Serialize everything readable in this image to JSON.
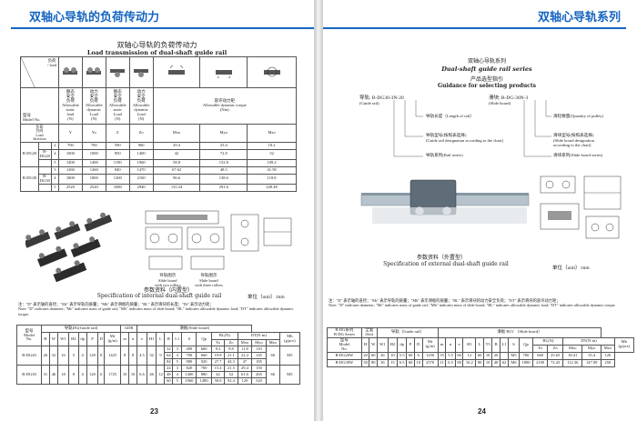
{
  "left": {
    "header": "双轴心导轨的负荷传动力",
    "title_cn": "双轴心导轨的负荷传动力",
    "title_en": "Load transmission of dual-shaft guide rail",
    "table": {
      "corner_top": "负荷\n/ load",
      "corner_bottom": "型号\nModel No.",
      "columns": [
        "静态\n安全\n负荷\nAllowable\nstatic\nload\n(N)",
        "动力\n安全\n负荷\nAllowable\ndynamic\nLoad\n(N)",
        "静态\n安全\n负荷\nAllowable\nstatic\nLoad\n(N)",
        "动力\n安全\n负荷\nAllowable\ndynamic\nLoad\n(N)"
      ],
      "torque_header": "容许动力矩\nAllowable dynamic torque\n(Nm)",
      "dir_header": "负荷\n方向\nLoad\ndirection",
      "subcols": [
        "Y",
        "Yo",
        "Z",
        "Zo",
        "Mxo",
        "Myo",
        "Mzo"
      ],
      "groups": [
        {
          "model": "B-DG20",
          "rows": [
            {
              "n": "2",
              "sub": "",
              "vals": [
                "700",
                "700",
                "590",
                "960",
                "29.4",
                "25.4",
                "18.2"
              ]
            },
            {
              "n": "4",
              "sub": "B-DG20",
              "vals": [
                "1000",
                "1000",
                "850",
                "1400",
                "42",
                "72.8",
                "52"
              ]
            },
            {
              "n": "5",
              "sub": "",
              "vals": [
                "1400",
                "1400",
                "1190",
                "1960",
                "58.8",
                "152.8",
                "109.2"
              ]
            }
          ]
        },
        {
          "model": "B-DG30",
          "rows": [
            {
              "n": "3",
              "sub": "",
              "vals": [
                "1260",
                "1260",
                "840",
                "1470",
                "67.62",
                "48.5",
                "41.58"
              ]
            },
            {
              "n": "4",
              "sub": "B-DG30",
              "vals": [
                "1800",
                "1800",
                "1200",
                "2100",
                "96.6",
                "138.6",
                "118.8"
              ]
            },
            {
              "n": "5",
              "sub": "",
              "vals": [
                "2520",
                "2520",
                "1680",
                "2940",
                "135.24",
                "291.6",
                "249.48"
              ]
            }
          ]
        }
      ]
    },
    "caption_left": "导轨图示\nSlide board\nwith two rollers",
    "caption_right": "导轨图示\nSlide board\nwith three rollers",
    "spec_cn": "参数资料（内置型）",
    "spec_en": "Specification of internal dual-shaft guide rail",
    "unit": "单位（unit）:mm",
    "note_cn": "注：\"D\" 表示轴的直径；\"Mr\" 表示导轨的质量；\"Mb\" 表示滑板的质量；\"BL\" 表示滑块的长度；\"Dt\" 表示动力矩；",
    "note_en": "Note: \"D\" indicates diameter; \"Mr\" indicates mass of guide rail; \"Mb\" indicates mass of slide board; \"BL\" indicates allowable dynamic load; \"DT\" indicates allowable dynamic torque.",
    "spec": {
      "guide_rail": "导轨DG(Guide rail)",
      "slide_board": "滑板(Slide board)",
      "gdr": "GDR",
      "headers": [
        "型号\nModel\nNo.",
        "H",
        "W",
        "W1",
        "H2",
        "dp",
        "P",
        "D",
        "Mr\n(g/m)",
        "m",
        "n",
        "e",
        "H1",
        "L",
        "B",
        "L1",
        "S",
        "Qp",
        "BL(N)",
        "DT(N·m)",
        "Mb\n(g/pcs)"
      ],
      "sub": [
        "Yo",
        "Zo",
        "Mxo",
        "Myo",
        "Mzo"
      ],
      "rows": [
        {
          "model": "B-DG20",
          "base": [
            "26",
            "32",
            "16",
            "5",
            "4",
            "120",
            "8",
            "1425",
            "8",
            "8",
            "4.5",
            "32",
            "9"
          ],
          "vals": [
            [
              "32",
              "3",
              "490",
              "660",
              "9.2",
              "9.8",
              "11.8",
              "110"
            ],
            [
              "64",
              "4",
              "700",
              "660",
              "19.8",
              "21.1",
              "22.4",
              "145"
            ],
            [
              "84",
              "5",
              "980",
              "920",
              "27.7",
              "44.3",
              "47",
              "185"
            ]
          ],
          "sl": [
            "S6",
            "M5"
          ]
        },
        {
          "model": "B-DG30",
          "base": [
            "31",
            "46",
            "18",
            "8",
            "4",
            "120",
            "6",
            "1725",
            "10",
            "10",
            "6.6",
            "46",
            "12"
          ],
          "vals": [
            [
              "24",
              "3",
              "820",
              "700",
              "15.4",
              "21.5",
              "29.4",
              "150"
            ],
            [
              "48",
              "4",
              "1400",
              "880",
              "42",
              "52",
              "61.6",
              "265"
            ],
            [
              "60",
              "5",
              "1960",
              "1480",
              "58.8",
              "92.4",
              "129",
              "320"
            ]
          ],
          "sl": [
            "S6",
            "M5"
          ]
        }
      ]
    },
    "page_number": "23"
  },
  "right": {
    "header": "双轴心导轨系列",
    "title_cn": "双轴心导轨系列",
    "title_en": "Dual-shaft guide rail series",
    "guide_cn": "产品选型指引",
    "guide_en": "Guidance for selecting products",
    "code_left": "导轨: B-DG30-3N-20",
    "code_left_sub": "(Guide rail)",
    "code_right": "滑块: B-DG-30N-3",
    "code_right_sub": "(Slide board)",
    "callouts_left": [
      "导轨长度（Length of rail）",
      "导轨型号(按照表选择)\n(Guide rail designation according to the chart)",
      "导轨系列(Rail series)"
    ],
    "callouts_right": [
      "滑轮数量(Quantity of pulley)",
      "滑块型号(按照表选择)\n(Slide board designation\naccording to the chart)",
      "滑块系列(Slide board series)"
    ],
    "spec_cn": "参数资料（外置型）",
    "spec_en": "Specification of external dual-shaft guide rail",
    "unit": "单位（unit）:mm",
    "note_cn": "注：\"D\" 表示轴的直径；\"Mr\" 表示导轨的质量；\"Mb\" 表示滑板的质量；\"BL\" 表示滑块的动力安全负荷；\"DT\" 表示滑块的容许动力矩；",
    "note_en": "Note: \"D\" indicates diameter; \"Mr\" indicates mass of guide rail; \"Mb\" indicates mass of slide board; \"BL\" indicates allowable dynamic load; \"DT\" indicates allowable dynamic torque.",
    "spec": {
      "series_head": "B-DG系列\nB-DG Series",
      "set": "全套\n(Set)",
      "guide_rail": "导轨（Guide rail）",
      "slide_board": "滑板 BLV （Slide board）",
      "headers": [
        "型号\nModel\nNo.",
        "H",
        "W",
        "W1",
        "H2",
        "dp",
        "P",
        "D",
        "Mr\n(g/m)",
        "m",
        "n",
        "e",
        "H1",
        "L",
        "T3",
        "B",
        "L1",
        "S",
        "Qp",
        "BL(N)",
        "DT(N·m)",
        "Mb\n(g/pcs)"
      ],
      "sub": [
        "Yo",
        "Zo",
        "Mxo",
        "Myo",
        "Mzo"
      ],
      "rows": [
        {
          "model": "B-DG20W",
          "vals": [
            "20",
            "60",
            "26",
            "10",
            "5.5",
            "60",
            "6",
            "1250",
            "55",
            "5.5",
            "60",
            "12",
            "60",
            "10",
            "20",
            "",
            "M5",
            "700",
            "660",
            "25.65",
            "30.41",
            "35.4",
            "120"
          ]
        },
        {
          "model": "B-DG30W",
          "vals": [
            "30",
            "80",
            "36",
            "15",
            "6.5",
            "60",
            "10",
            "2570",
            "11",
            "6.5",
            "80",
            "16.2",
            "80",
            "10",
            "48",
            "62",
            "M6",
            "1800",
            "2100",
            "72.43",
            "112.36",
            "147.09",
            "250"
          ]
        }
      ]
    },
    "page_number": "24"
  },
  "colors": {
    "accent": "#1565c0",
    "rail": "#b7c3cc",
    "dark": "#2b2b2b"
  }
}
